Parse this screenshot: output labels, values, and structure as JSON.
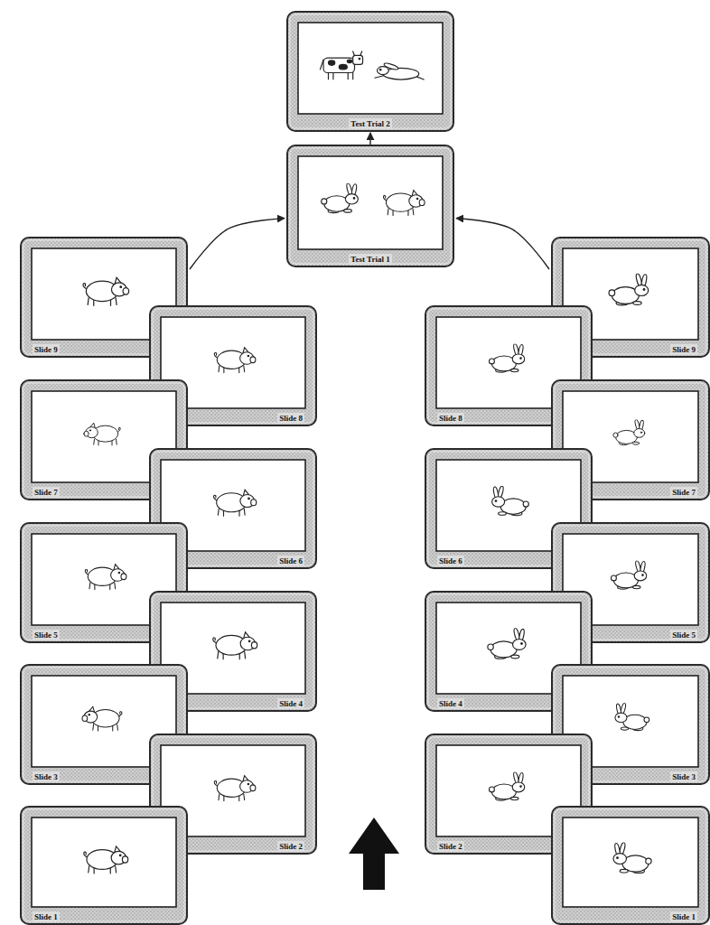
{
  "diagram": {
    "nodes": [
      {
        "text": [
          "Test Trial 2"
        ]
      },
      {
        "text": [
          "Test Trial 1"
        ]
      },
      {
        "text": [
          "Slide 9"
        ]
      },
      {
        "text": [
          "Slide 8"
        ]
      },
      {
        "text": [
          "Slide 7"
        ]
      },
      {
        "text": [
          "Slide 6"
        ]
      },
      {
        "text": [
          "Slide 5"
        ]
      },
      {
        "text": [
          "Slide 4"
        ]
      },
      {
        "text": [
          "Slide 3"
        ]
      },
      {
        "text": [
          "Slide 2"
        ]
      },
      {
        "text": [
          "Slide 1"
        ]
      },
      {
        "text": [
          "Slide 9"
        ]
      },
      {
        "text": [
          "Slide 8"
        ]
      },
      {
        "text": [
          "Slide 7"
        ]
      },
      {
        "text": [
          "Slide 6"
        ]
      },
      {
        "text": [
          "Slide 5"
        ]
      },
      {
        "text": [
          "Slide 4"
        ]
      },
      {
        "text": [
          "Slide 3"
        ]
      },
      {
        "text": [
          "Slide 2"
        ]
      },
      {
        "text": [
          "Slide 1"
        ]
      }
    ],
    "edges": [
      {
        "from": 2,
        "to": 1,
        "arrow": "to"
      },
      {
        "from": 11,
        "to": 1,
        "arrow": "to"
      },
      {
        "from": 1,
        "to": 0,
        "arrow": "to"
      }
    ]
  }
}
